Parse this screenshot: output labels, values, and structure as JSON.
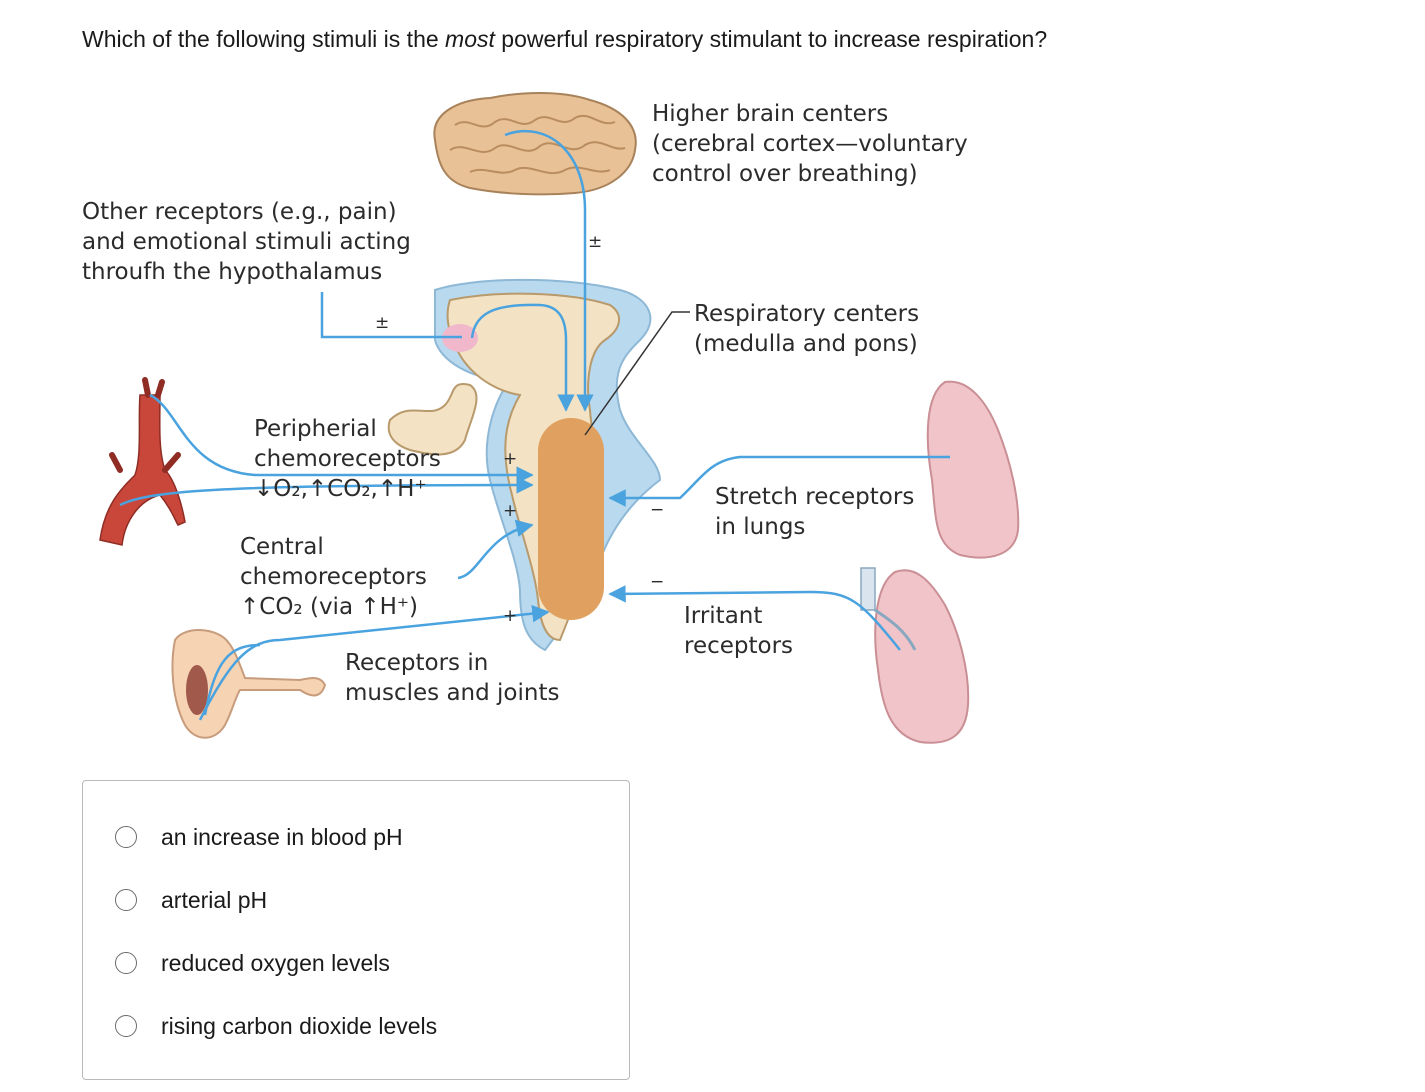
{
  "question": {
    "before": "Which of the following stimuli is the ",
    "emphasis": "most",
    "after": " powerful respiratory stimulant to increase respiration?"
  },
  "diagram": {
    "higher_brain": [
      "Higher brain centers",
      "(cerebral cortex—voluntary",
      "control over breathing)"
    ],
    "other_receptors": [
      "Other receptors (e.g., pain)",
      "and emotional stimuli acting",
      "throufh the hypothalamus"
    ],
    "respiratory_centers": [
      "Respiratory centers",
      "(medulla and pons)"
    ],
    "peripheral": [
      "Peripherial",
      "chemoreceptors",
      "↓O₂,↑CO₂,↑H⁺"
    ],
    "central": [
      "Central",
      "chemoreceptors",
      "↑CO₂ (via ↑H⁺)"
    ],
    "muscles": [
      "Receptors in",
      "muscles and joints"
    ],
    "stretch": [
      "Stretch receptors",
      "in lungs"
    ],
    "irritant": [
      "Irritant",
      "receptors"
    ],
    "signs": {
      "brain": "±",
      "hypothalamus": "±",
      "peripheral": "+",
      "central": "+",
      "muscles": "+",
      "stretch": "−",
      "irritant": "−"
    }
  },
  "options": [
    "an increase in blood pH",
    "arterial pH",
    "reduced oxygen levels",
    "rising carbon dioxide levels"
  ],
  "colors": {
    "arrow": "#4aa3df",
    "brain": "#e8c196",
    "brainstem": "#f3e2c3",
    "csf": "#b9d9ef",
    "center": "#e0a060",
    "lung": "#f0c4c9",
    "aorta": "#c8473a",
    "hypothalamus": "#f1b8cc"
  }
}
